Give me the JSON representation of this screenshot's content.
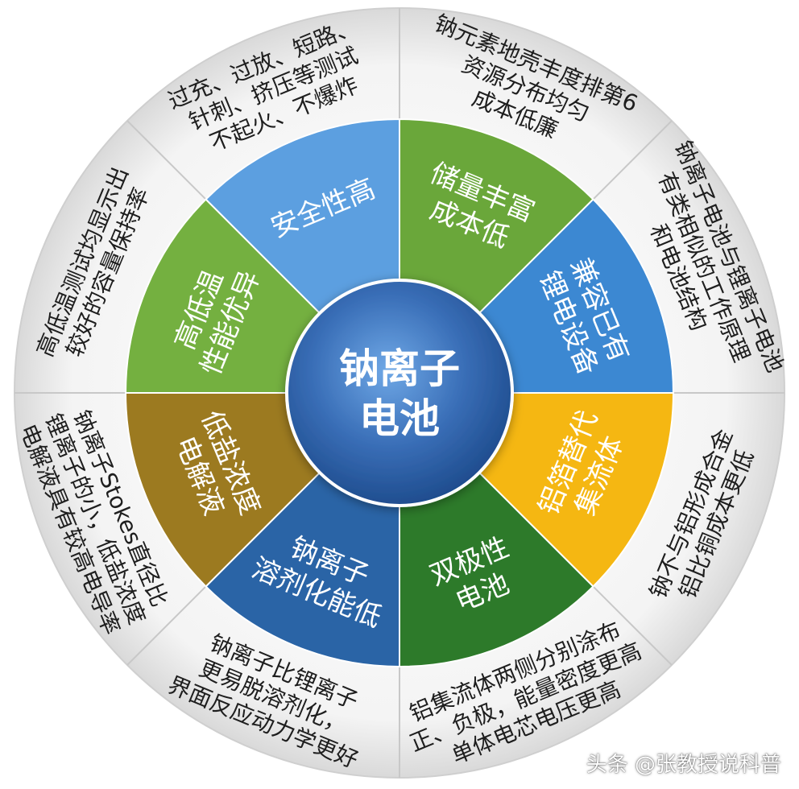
{
  "center": {
    "line1": "钠离子",
    "line2": "电池"
  },
  "sectors": [
    {
      "inner": [
        "储量丰富",
        "成本低"
      ],
      "color": "#6aa73a",
      "outer": [
        "钠元素地壳丰度排第6",
        "资源分布均匀",
        "成本低廉"
      ]
    },
    {
      "inner": [
        "兼容已有",
        "锂电设备"
      ],
      "color": "#3c88d2",
      "outer": [
        "钠离子电池与锂离子电池",
        "有类相似的工作原理",
        "和电池结构"
      ]
    },
    {
      "inner": [
        "铝箔替代",
        "集流体"
      ],
      "color": "#f5b712",
      "outer": [
        "钠不与铝形成合金",
        "铝比铜成本更低"
      ]
    },
    {
      "inner": [
        "双极性",
        "电池"
      ],
      "color": "#2d7a2a",
      "outer": [
        "铝集流体两侧分别涂布",
        "正、负极，能量密度更高",
        "单体电芯电压更高"
      ]
    },
    {
      "inner": [
        "钠离子",
        "溶剂化能低"
      ],
      "color": "#2a64a6",
      "outer": [
        "钠离子比锂离子",
        "更易脱溶剂化，",
        "界面反应动力学更好"
      ]
    },
    {
      "inner": [
        "低盐浓度",
        "电解液"
      ],
      "color": "#9c7a20",
      "outer": [
        "钠离子Stokes直径比",
        "锂离子的小，低盐浓度",
        "电解液具有较高电导率"
      ]
    },
    {
      "inner": [
        "高低温",
        "性能优异"
      ],
      "color": "#74b040",
      "outer": [
        "高低温测试均显示出",
        "较好的容量保持率"
      ]
    },
    {
      "inner": [
        "安全性高"
      ],
      "color": "#5c9fe0",
      "outer": [
        "过充、过放、短路、",
        "针刺、挤压等测试",
        "不起火、不爆炸"
      ]
    }
  ],
  "watermark": "头条 @张教授说科普"
}
